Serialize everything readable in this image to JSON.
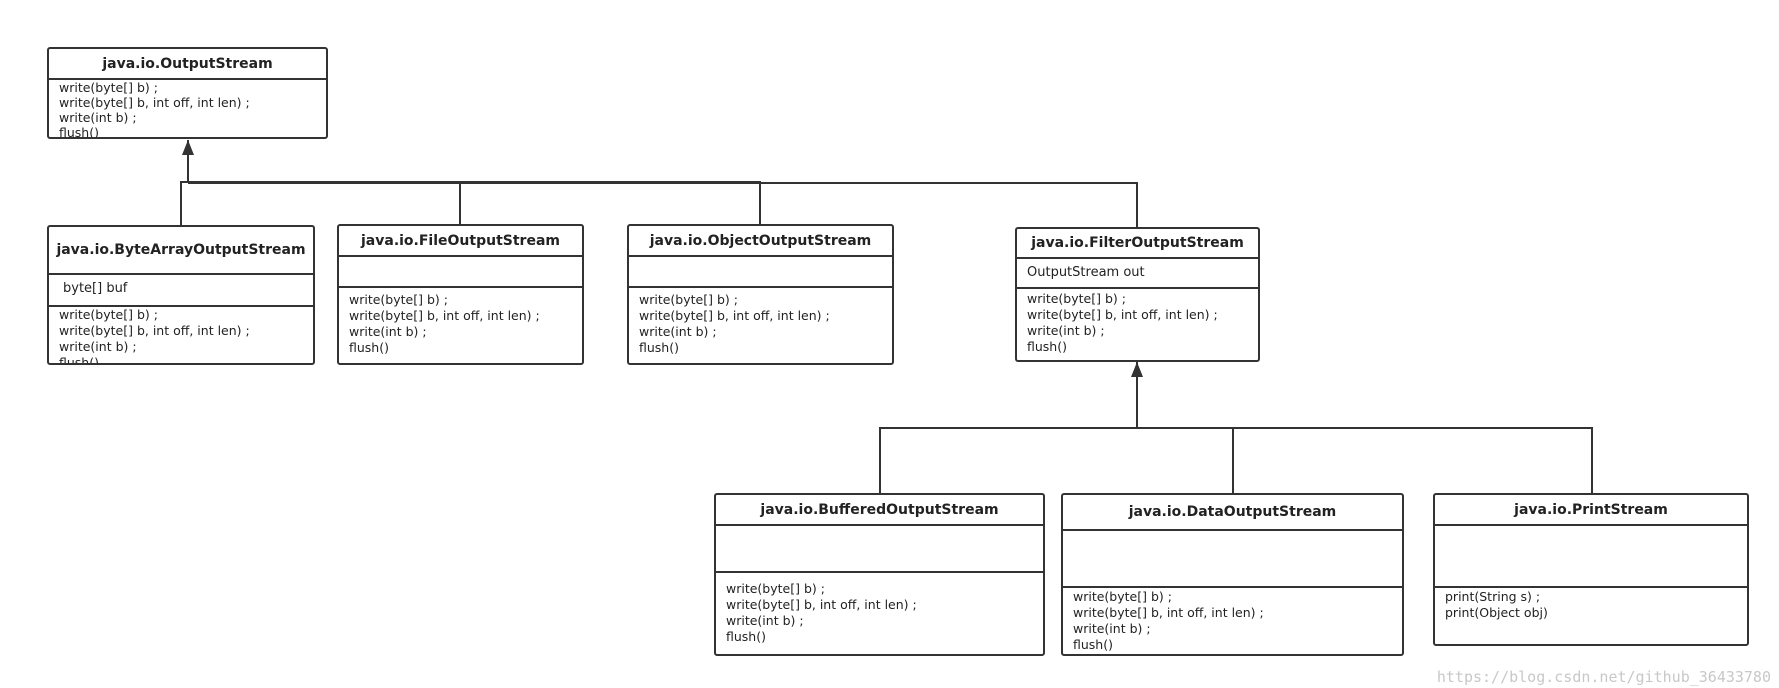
{
  "classes": {
    "output_stream": {
      "name": "java.io.OutputStream",
      "attributes": [],
      "operations": [
        "write(byte[] b) ;",
        "write(byte[] b, int off, int len) ;",
        "write(int b) ;",
        "flush()"
      ]
    },
    "byte_array_output_stream": {
      "name": "java.io.ByteArrayOutputStream",
      "attributes": [
        "byte[] buf"
      ],
      "operations": [
        "write(byte[] b) ;",
        "write(byte[] b, int off, int len) ;",
        "write(int b) ;",
        "flush()"
      ]
    },
    "file_output_stream": {
      "name": "java.io.FileOutputStream",
      "attributes": [],
      "operations": [
        "write(byte[] b) ;",
        "write(byte[] b, int off, int len) ;",
        "write(int b) ;",
        "flush()"
      ]
    },
    "object_output_stream": {
      "name": "java.io.ObjectOutputStream",
      "attributes": [],
      "operations": [
        "write(byte[] b) ;",
        "write(byte[] b, int off, int len) ;",
        "write(int b) ;",
        "flush()"
      ]
    },
    "filter_output_stream": {
      "name": "java.io.FilterOutputStream",
      "attributes": [
        "OutputStream out"
      ],
      "operations": [
        "write(byte[] b) ;",
        "write(byte[] b, int off, int len) ;",
        "write(int b) ;",
        "flush()"
      ]
    },
    "buffered_output_stream": {
      "name": "java.io.BufferedOutputStream",
      "attributes": [],
      "operations": [
        "write(byte[] b) ;",
        "write(byte[] b, int off, int len) ;",
        "write(int b) ;",
        "flush()"
      ]
    },
    "data_output_stream": {
      "name": "java.io.DataOutputStream",
      "attributes": [],
      "operations": [
        "write(byte[] b) ;",
        "write(byte[] b, int off, int len) ;",
        "write(int b) ;",
        "flush()"
      ]
    },
    "print_stream": {
      "name": "java.io.PrintStream",
      "attributes": [],
      "operations": [
        "print(String s) ;",
        "print(Object obj)"
      ]
    }
  },
  "watermark": "https://blog.csdn.net/github_36433780",
  "colors": {
    "line": "#333333",
    "background": "#ffffff",
    "watermark": "#c8c8c8"
  }
}
